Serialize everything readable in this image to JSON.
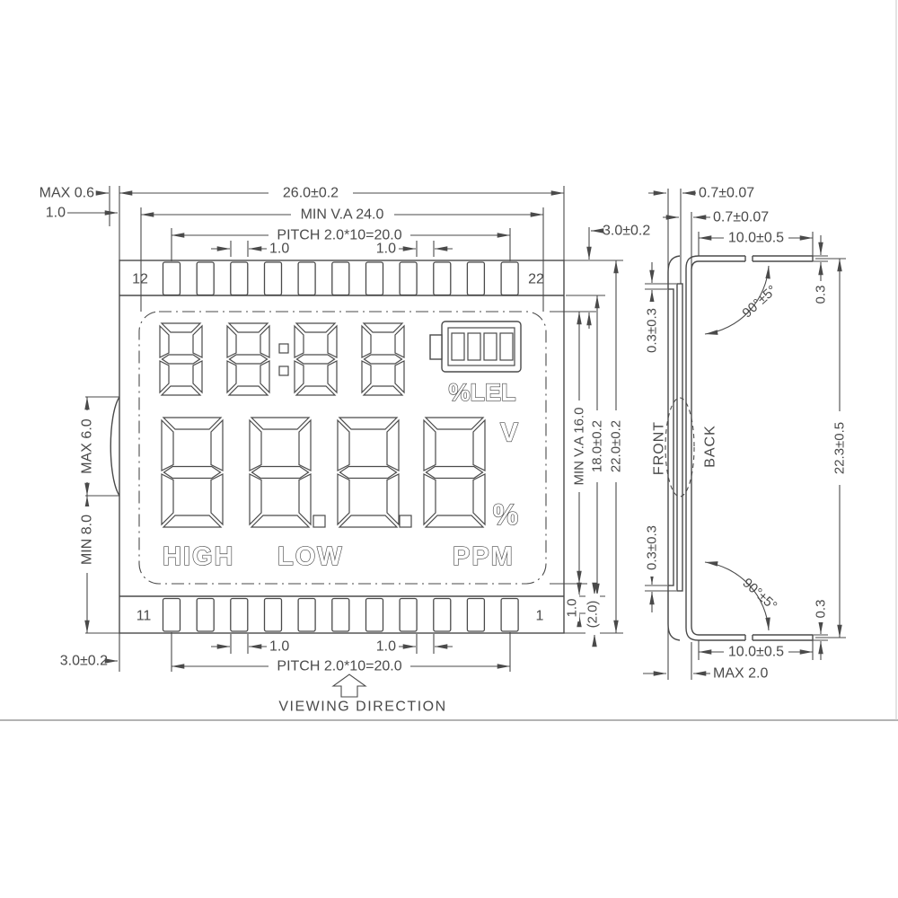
{
  "front_view": {
    "pins": {
      "top_count": 11,
      "bottom_count": 11,
      "top_left_label": "12",
      "top_right_label": "22",
      "bottom_left_label": "11",
      "bottom_right_label": "1"
    },
    "dims": {
      "overall_width": "26.0±0.2",
      "min_va_width": "MIN V.A 24.0",
      "pitch_top": "PITCH 2.0*10=20.0",
      "pin_gap_top_left": "1.0",
      "pin_gap_top_right": "1.0",
      "max_bump": "MAX 0.6",
      "edge_to_va": "1.0",
      "va_top_margin": "3.0±0.2",
      "min_va_height": "MIN V.A 16.0",
      "inner_height": "18.0±0.2",
      "overall_height": "22.0±0.2",
      "pin_exposed": "1.0",
      "pin_band": "(2.0)",
      "bump_height": "MAX 6.0",
      "below_bump": "MIN 8.0",
      "va_bottom_margin": "3.0±0.2",
      "pitch_bottom": "PITCH 2.0*10=20.0",
      "pin_gap_bottom_left": "1.0",
      "pin_gap_bottom_right": "1.0"
    },
    "lcd": {
      "small_digits": [
        "8",
        "8",
        "8",
        "8"
      ],
      "colon": true,
      "large_digits": [
        "8",
        "8",
        "8",
        "8"
      ],
      "decimal_points": 2,
      "battery_bars": 4,
      "percent_lel": "%LEL",
      "volt": "V",
      "percent": "%",
      "high": "HIGH",
      "low": "LOW",
      "ppm": "PPM"
    }
  },
  "side_view": {
    "dims": {
      "front_glass": "0.7±0.07",
      "back_glass": "0.7±0.07",
      "pin_length_top": "10.0±0.5",
      "pin_thickness_top": "0.3",
      "overall_height": "22.3±0.5",
      "front_offset_top": "0.3±0.3",
      "front_offset_bottom": "0.3±0.3",
      "bend_angle_top": "90°±5°",
      "bend_angle_bottom": "90°±5°",
      "pin_length_bottom": "10.0±0.5",
      "pin_thickness_bottom": "0.3",
      "max_thickness": "MAX 2.0"
    },
    "front_label": "FRONT",
    "back_label": "BACK"
  },
  "footer": {
    "viewing_direction": "VIEWING DIRECTION"
  }
}
